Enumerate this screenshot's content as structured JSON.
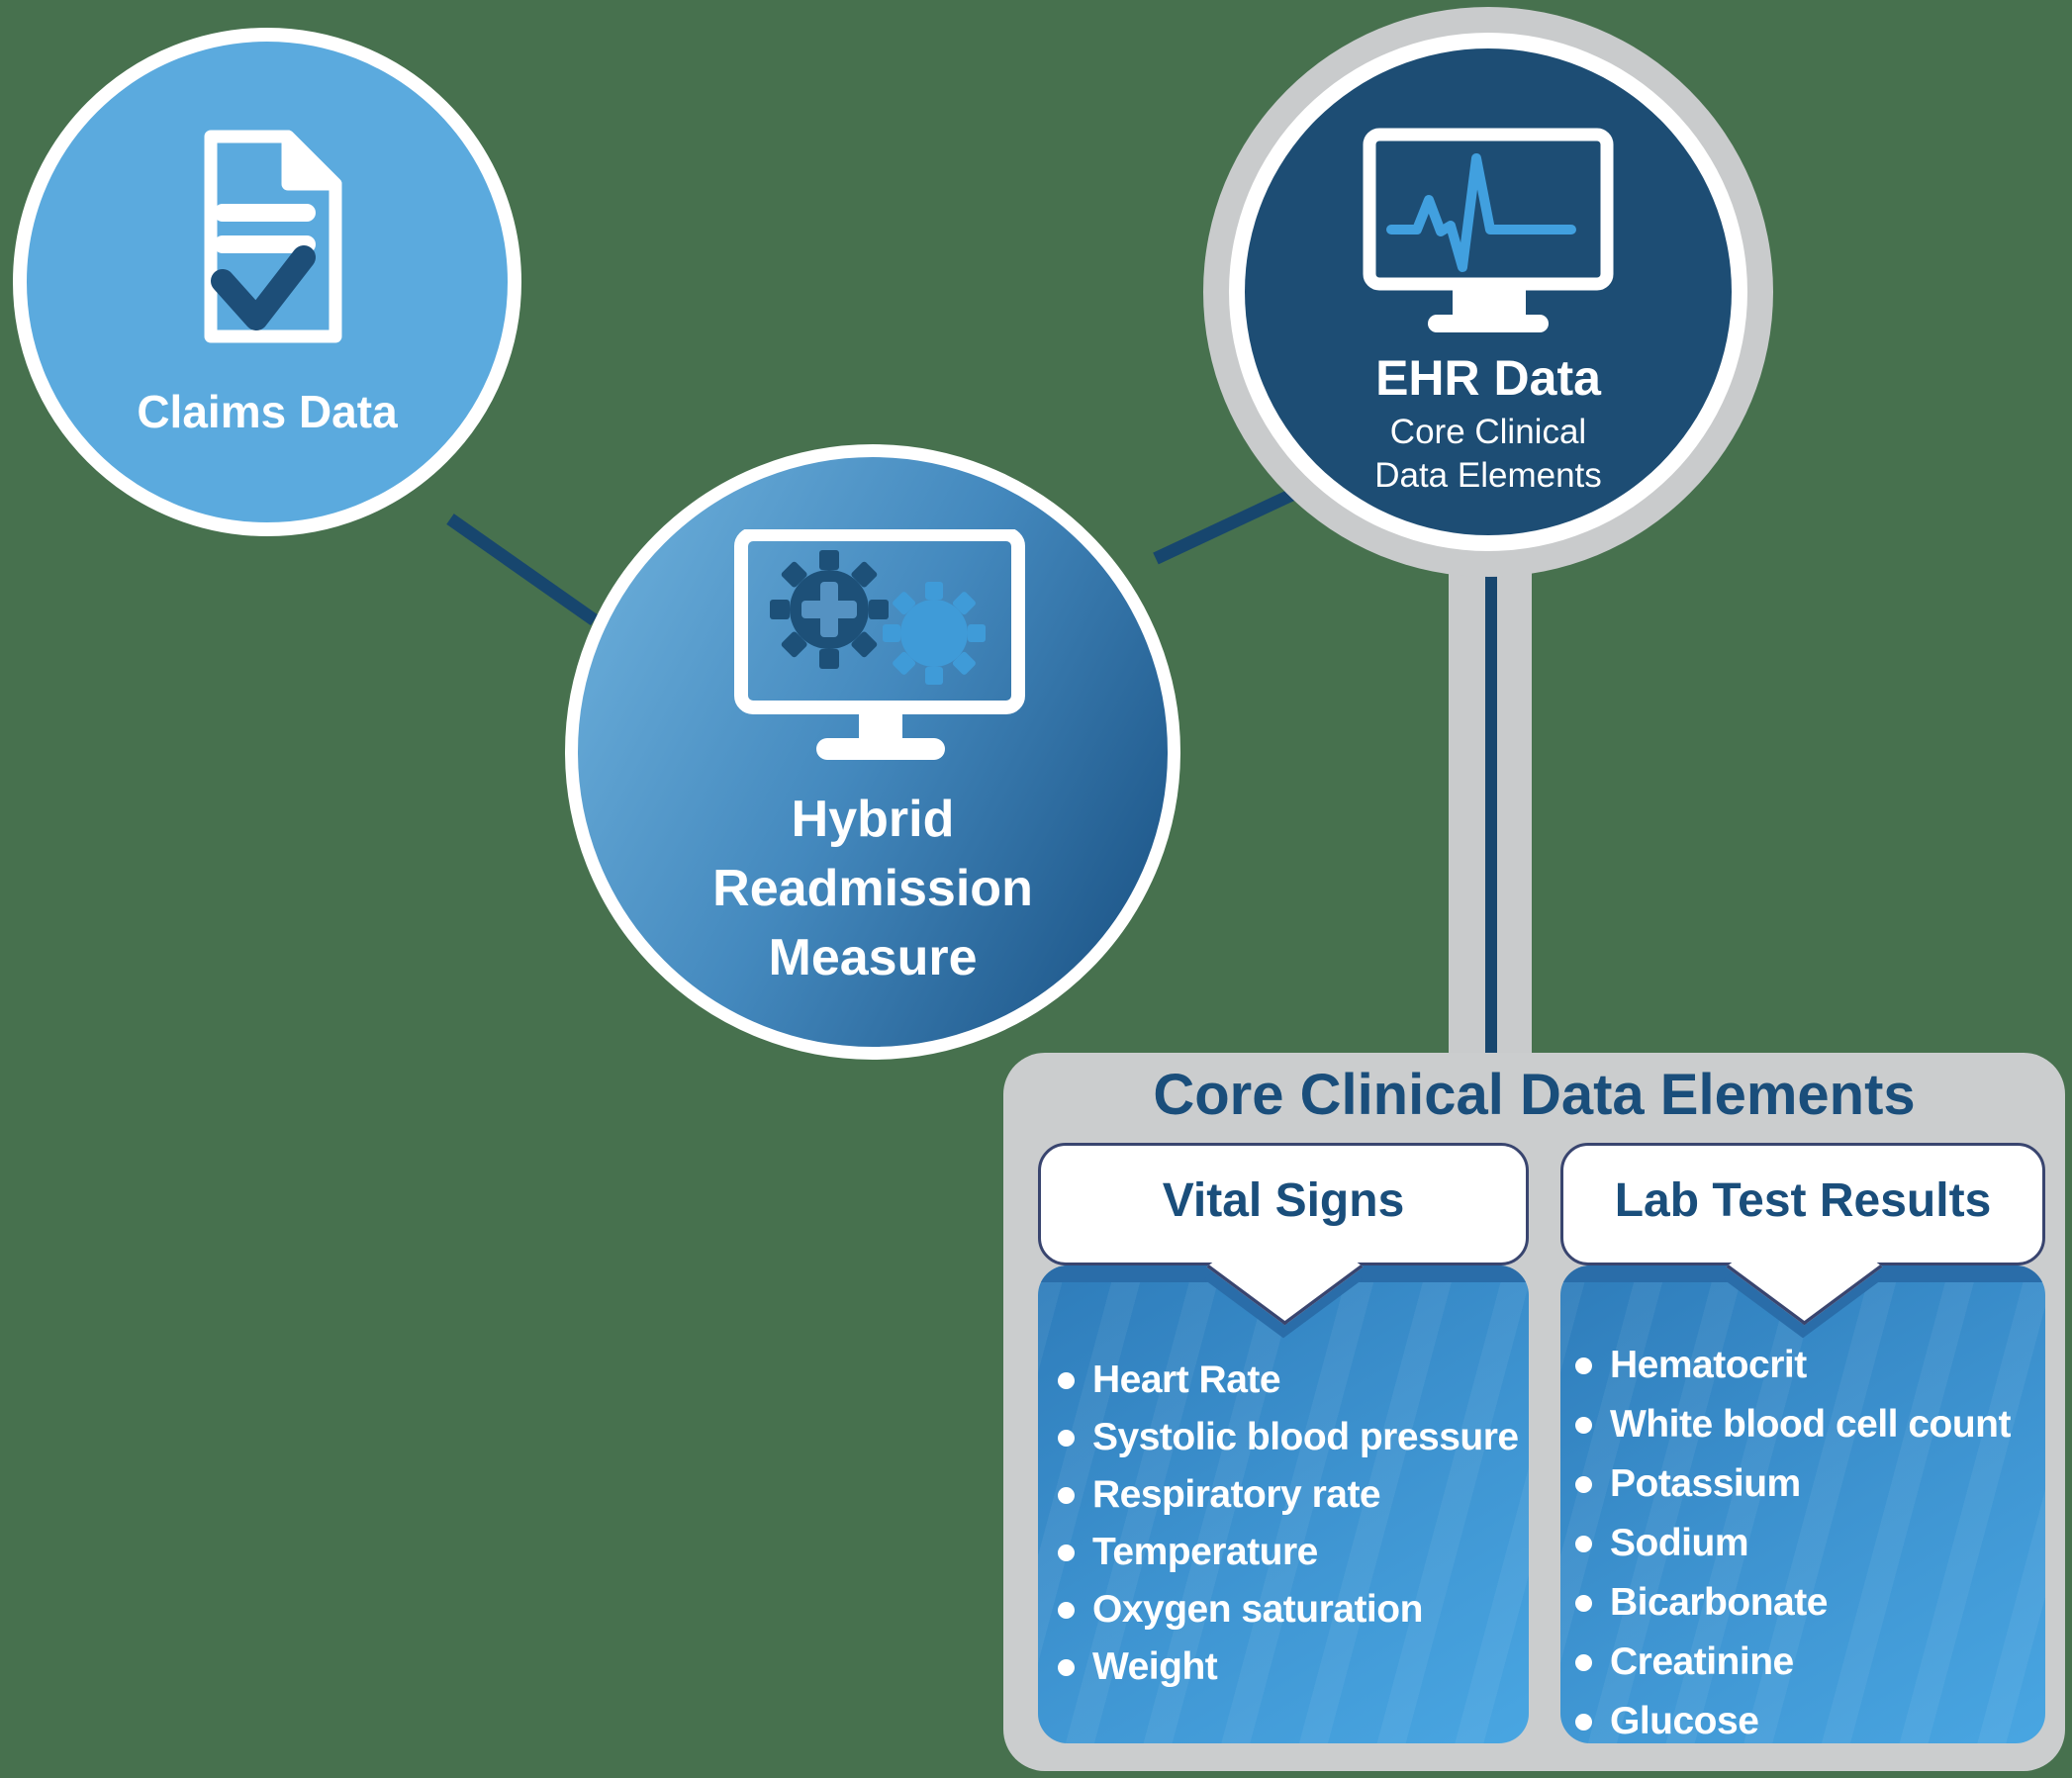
{
  "colors": {
    "background": "#47714E",
    "claims_blue": "#5BAADE",
    "navy_fill": "#1D4D74",
    "connector_navy": "#17466E",
    "ring_gray": "#C9CBCC",
    "panel_gray": "#CBCDCE",
    "card_blue_dark": "#2E7CBA",
    "card_blue_light": "#49A6E2",
    "shadow_strip_blue": "#2A6DA9",
    "accent_blue": "#3F9BD8",
    "text_navy": "#1A4E7B",
    "white": "#FFFFFF"
  },
  "nodes": {
    "claims": {
      "label": "Claims Data",
      "icon": "document-check-icon"
    },
    "hybrid": {
      "label": "Hybrid\nReadmission\nMeasure",
      "icon": "gears-monitor-icon"
    },
    "ehr": {
      "label": "EHR Data",
      "sublabel": "Core Clinical\nData Elements",
      "icon": "ekg-monitor-icon"
    }
  },
  "panel": {
    "title": "Core Clinical Data Elements",
    "cards": [
      {
        "title": "Vital Signs",
        "items": [
          "Heart Rate",
          "Systolic blood pressure",
          "Respiratory rate",
          "Temperature",
          "Oxygen saturation",
          "Weight"
        ]
      },
      {
        "title": "Lab Test Results",
        "items": [
          "Hematocrit",
          "White blood cell count",
          "Potassium",
          "Sodium",
          "Bicarbonate",
          "Creatinine",
          "Glucose"
        ]
      }
    ]
  }
}
